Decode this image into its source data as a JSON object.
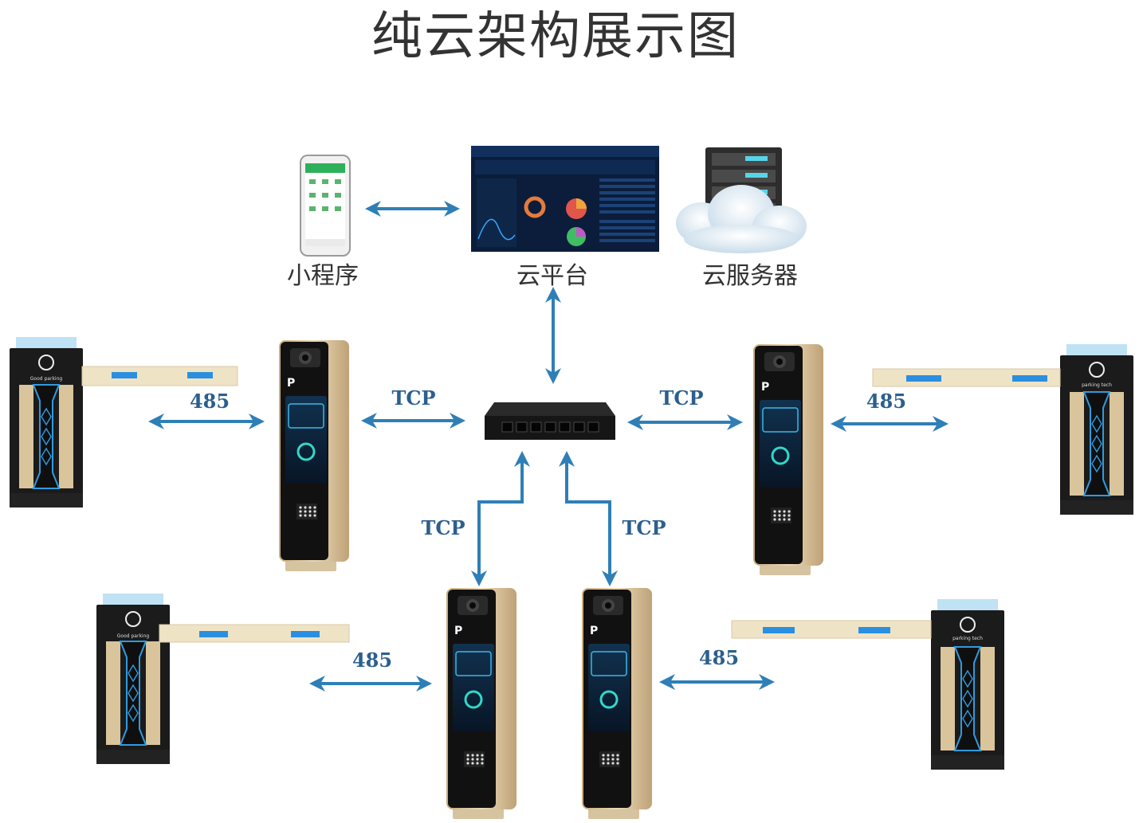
{
  "title": "纯云架构展示图",
  "nodes": {
    "mini_program": "小程序",
    "cloud_platform": "云平台",
    "cloud_server": "云服务器"
  },
  "links": {
    "tcp": "TCP",
    "rs485": "485"
  },
  "device": {
    "parking_brand": "P",
    "barrier_logo_a": "Good parking",
    "barrier_logo_b": "parking tech"
  },
  "colors": {
    "arrow": "#2f7fb6",
    "barrier_beam": "#efe3c6",
    "beam_stripe": "#2a8fe0",
    "kiosk_frame": "#d8c3a0",
    "kiosk_screen": "#0f1a2a",
    "switch_body": "#1a1a1a"
  }
}
